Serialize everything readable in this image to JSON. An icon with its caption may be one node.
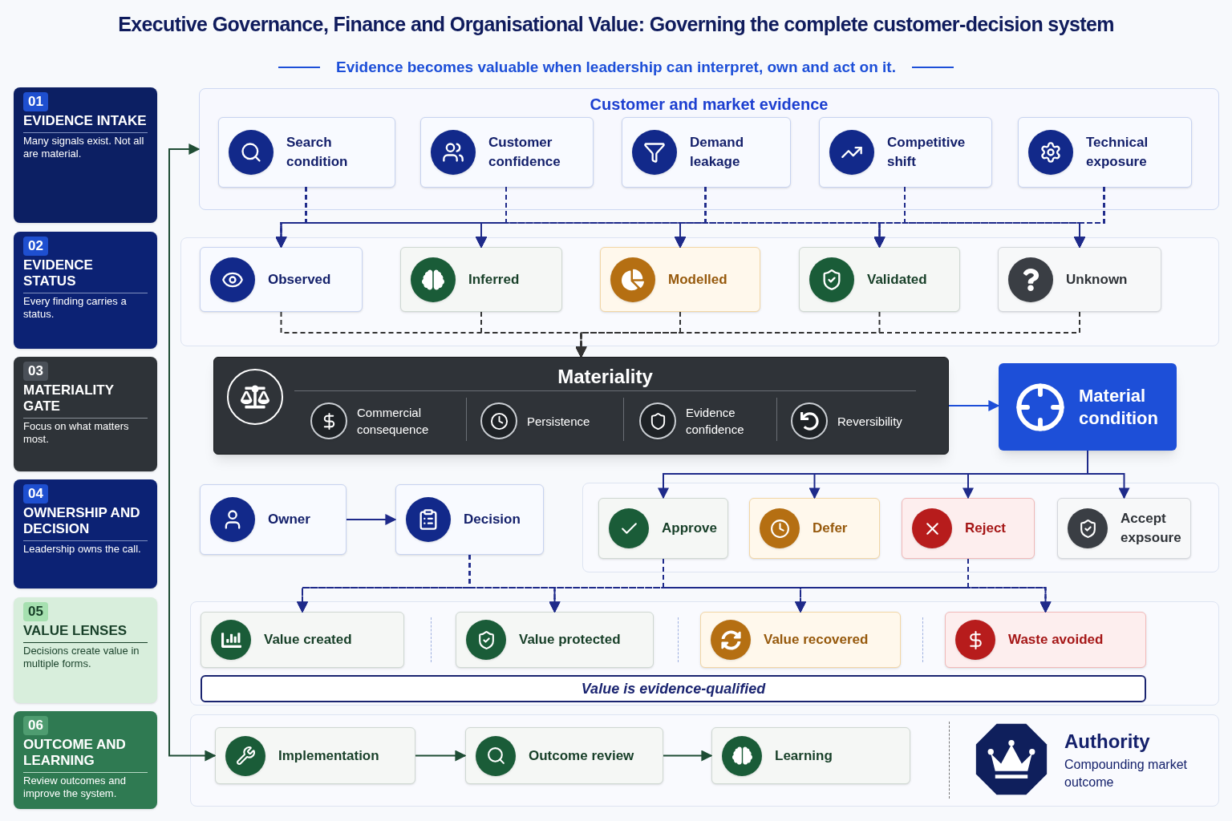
{
  "diagram": {
    "title": "Executive Governance, Finance and Organisational Value: Governing the complete customer-decision system",
    "nodes": [
      {
        "text": [
          "01",
          "EVIDENCE INTAKE",
          "Many signals exist. Not all are material."
        ]
      },
      {
        "text": [
          "02",
          "EVIDENCE STATUS",
          "Every finding carries a status."
        ]
      },
      {
        "text": [
          "03",
          "MATERIALITY GATE",
          "Focus on what matters most."
        ]
      },
      {
        "text": [
          "04",
          "OWNERSHIP AND DECISION",
          "Leadership owns the call."
        ]
      },
      {
        "text": [
          "05",
          "VALUE LENSES",
          "Decisions create value in multiple forms."
        ]
      },
      {
        "text": [
          "06",
          "OUTCOME AND LEARNING",
          "Review outcomes and improve the system."
        ]
      },
      {
        "text": [
          "Customer and market evidence"
        ]
      },
      {
        "text": [
          "Search condition"
        ],
        "in": 6
      },
      {
        "text": [
          "Customer confidence"
        ],
        "in": 6
      },
      {
        "text": [
          "Demand leakage"
        ],
        "in": 6
      },
      {
        "text": [
          "Competitive shift"
        ],
        "in": 6
      },
      {
        "text": [
          "Technical exposure"
        ],
        "in": 6
      },
      {
        "text": [
          "Observed"
        ]
      },
      {
        "text": [
          "Inferred"
        ]
      },
      {
        "text": [
          "Modelled"
        ]
      },
      {
        "text": [
          "Validated"
        ]
      },
      {
        "text": [
          "Unknown"
        ]
      },
      {
        "text": [
          "Materiality"
        ]
      },
      {
        "text": [
          "Commercial consequence"
        ],
        "in": 17
      },
      {
        "text": [
          "Persistence"
        ],
        "in": 17
      },
      {
        "text": [
          "Evidence confidence"
        ],
        "in": 17
      },
      {
        "text": [
          "Reversibility"
        ],
        "in": 17
      },
      {
        "text": [
          "Material condition"
        ]
      },
      {
        "text": [
          "Owner"
        ]
      },
      {
        "text": [
          "Decision"
        ]
      },
      {
        "text": [
          "Approve"
        ]
      },
      {
        "text": [
          "Defer"
        ]
      },
      {
        "text": [
          "Reject"
        ]
      },
      {
        "text": [
          "Accept expsoure"
        ]
      },
      {
        "text": [
          "Value created"
        ]
      },
      {
        "text": [
          "Value protected"
        ]
      },
      {
        "text": [
          "Value recovered"
        ]
      },
      {
        "text": [
          "Waste avoided"
        ]
      },
      {
        "text": [
          "Value is evidence-qualified"
        ]
      },
      {
        "text": [
          "Implementation"
        ]
      },
      {
        "text": [
          "Outcome review"
        ]
      },
      {
        "text": [
          "Learning"
        ]
      },
      {
        "text": [
          "Authority",
          "Compounding market outcome"
        ]
      }
    ],
    "edges": [
      {
        "from": 7,
        "to": 12,
        "arrow": "to",
        "style": "dashed"
      },
      {
        "from": 7,
        "to": 13,
        "arrow": "to",
        "style": "dashed"
      },
      {
        "from": 7,
        "to": 14,
        "arrow": "to",
        "style": "dashed"
      },
      {
        "from": 7,
        "to": 15,
        "arrow": "to",
        "style": "dashed"
      },
      {
        "from": 7,
        "to": 16,
        "arrow": "to",
        "style": "dashed"
      },
      {
        "from": 8,
        "to": 12,
        "arrow": "to",
        "style": "dashed"
      },
      {
        "from": 8,
        "to": 13,
        "arrow": "to",
        "style": "dashed"
      },
      {
        "from": 8,
        "to": 14,
        "arrow": "to",
        "style": "dashed"
      },
      {
        "from": 8,
        "to": 15,
        "arrow": "to",
        "style": "dashed"
      },
      {
        "from": 8,
        "to": 16,
        "arrow": "to",
        "style": "dashed"
      },
      {
        "from": 9,
        "to": 12,
        "arrow": "to",
        "style": "dashed"
      },
      {
        "from": 9,
        "to": 13,
        "arrow": "to",
        "style": "dashed"
      },
      {
        "from": 9,
        "to": 14,
        "arrow": "to",
        "style": "dashed"
      },
      {
        "from": 9,
        "to": 15,
        "arrow": "to",
        "style": "dashed"
      },
      {
        "from": 9,
        "to": 16,
        "arrow": "to",
        "style": "dashed"
      },
      {
        "from": 10,
        "to": 12,
        "arrow": "to",
        "style": "dashed"
      },
      {
        "from": 10,
        "to": 13,
        "arrow": "to",
        "style": "dashed"
      },
      {
        "from": 10,
        "to": 14,
        "arrow": "to",
        "style": "dashed"
      },
      {
        "from": 10,
        "to": 15,
        "arrow": "to",
        "style": "dashed"
      },
      {
        "from": 10,
        "to": 16,
        "arrow": "to",
        "style": "dashed"
      },
      {
        "from": 11,
        "to": 12,
        "arrow": "to",
        "style": "dashed"
      },
      {
        "from": 11,
        "to": 13,
        "arrow": "to",
        "style": "dashed"
      },
      {
        "from": 11,
        "to": 14,
        "arrow": "to",
        "style": "dashed"
      },
      {
        "from": 11,
        "to": 15,
        "arrow": "to",
        "style": "dashed"
      },
      {
        "from": 11,
        "to": 16,
        "arrow": "to",
        "style": "dashed"
      },
      {
        "from": 12,
        "to": 17,
        "arrow": "to",
        "style": "dashed",
        "color": "#333333"
      },
      {
        "from": 13,
        "to": 17,
        "arrow": "to",
        "style": "dashed",
        "color": "#333333"
      },
      {
        "from": 14,
        "to": 17,
        "arrow": "to",
        "style": "dashed",
        "color": "#333333"
      },
      {
        "from": 15,
        "to": 17,
        "arrow": "to",
        "style": "dashed",
        "color": "#333333"
      },
      {
        "from": 16,
        "to": 17,
        "arrow": "to",
        "style": "dashed",
        "color": "#333333"
      },
      {
        "from": 17,
        "to": 22,
        "arrow": "to",
        "color": "#1d4ed8"
      },
      {
        "from": 22,
        "to": 25,
        "arrow": "to"
      },
      {
        "from": 22,
        "to": 26,
        "arrow": "to"
      },
      {
        "from": 22,
        "to": 27,
        "arrow": "to"
      },
      {
        "from": 22,
        "to": 28,
        "arrow": "to"
      },
      {
        "from": 23,
        "to": 24,
        "arrow": "to"
      },
      {
        "from": 24,
        "to": 29,
        "arrow": "to",
        "style": "dashed"
      },
      {
        "from": 24,
        "to": 30,
        "arrow": "to",
        "style": "dashed"
      },
      {
        "from": 24,
        "to": 31,
        "arrow": "to",
        "style": "dashed"
      },
      {
        "from": 24,
        "to": 32,
        "arrow": "to",
        "style": "dashed"
      },
      {
        "from": 25,
        "to": 29,
        "arrow": "to",
        "style": "dashed"
      },
      {
        "from": 25,
        "to": 30,
        "arrow": "to",
        "style": "dashed"
      },
      {
        "from": 25,
        "to": 31,
        "arrow": "to",
        "style": "dashed"
      },
      {
        "from": 25,
        "to": 32,
        "arrow": "to",
        "style": "dashed"
      },
      {
        "from": 27,
        "to": 29,
        "arrow": "to",
        "style": "dashed"
      },
      {
        "from": 27,
        "to": 30,
        "arrow": "to",
        "style": "dashed"
      },
      {
        "from": 27,
        "to": 31,
        "arrow": "to",
        "style": "dashed"
      },
      {
        "from": 27,
        "to": 32,
        "arrow": "to",
        "style": "dashed"
      },
      {
        "from": 34,
        "to": 35,
        "arrow": "to",
        "color": "#1f4d35"
      },
      {
        "from": 35,
        "to": 36,
        "arrow": "to",
        "color": "#1f4d35"
      },
      {
        "from": 34,
        "to": 6,
        "arrow": "both",
        "color": "#1f4d35"
      }
    ],
    "labels": [
      "Evidence becomes valuable when leadership can interpret, own and act on it."
    ]
  }
}
